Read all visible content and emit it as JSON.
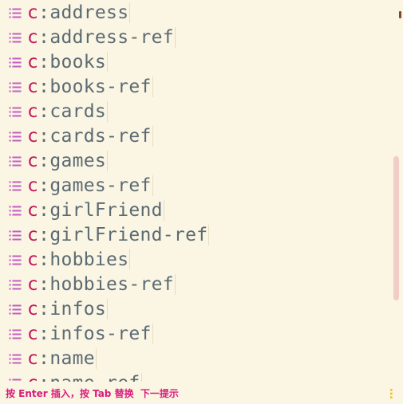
{
  "suggestions": [
    {
      "prefix": "c",
      "sep": ":",
      "name": "address",
      "icon": "property-list-icon"
    },
    {
      "prefix": "c",
      "sep": ":",
      "name": "address-ref",
      "icon": "property-list-icon"
    },
    {
      "prefix": "c",
      "sep": ":",
      "name": "books",
      "icon": "property-list-icon"
    },
    {
      "prefix": "c",
      "sep": ":",
      "name": "books-ref",
      "icon": "property-list-icon"
    },
    {
      "prefix": "c",
      "sep": ":",
      "name": "cards",
      "icon": "property-list-icon"
    },
    {
      "prefix": "c",
      "sep": ":",
      "name": "cards-ref",
      "icon": "property-list-icon"
    },
    {
      "prefix": "c",
      "sep": ":",
      "name": "games",
      "icon": "property-list-icon"
    },
    {
      "prefix": "c",
      "sep": ":",
      "name": "games-ref",
      "icon": "property-list-icon"
    },
    {
      "prefix": "c",
      "sep": ":",
      "name": "girlFriend",
      "icon": "property-list-icon"
    },
    {
      "prefix": "c",
      "sep": ":",
      "name": "girlFriend-ref",
      "icon": "property-list-icon"
    },
    {
      "prefix": "c",
      "sep": ":",
      "name": "hobbies",
      "icon": "property-list-icon"
    },
    {
      "prefix": "c",
      "sep": ":",
      "name": "hobbies-ref",
      "icon": "property-list-icon"
    },
    {
      "prefix": "c",
      "sep": ":",
      "name": "infos",
      "icon": "property-list-icon"
    },
    {
      "prefix": "c",
      "sep": ":",
      "name": "infos-ref",
      "icon": "property-list-icon"
    },
    {
      "prefix": "c",
      "sep": ":",
      "name": "name",
      "icon": "property-list-icon"
    },
    {
      "prefix": "c",
      "sep": ":",
      "name": "name-ref",
      "icon": "property-list-icon"
    }
  ],
  "footer": {
    "hint": "按 Enter 插入，按 Tab 替换  下一提示",
    "more_icon": "more-vertical-icon"
  },
  "colors": {
    "background": "#fbf5e3",
    "prefix": "#c2185b",
    "text": "#5b6b73",
    "icon": "#c25fc0",
    "hint": "#d81b7a",
    "scrollbar": "#f2cdc8",
    "more_icon": "#f0c020"
  }
}
